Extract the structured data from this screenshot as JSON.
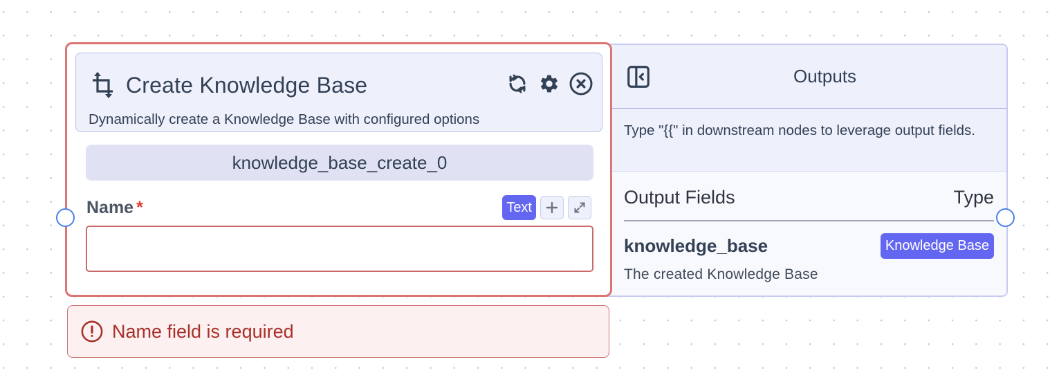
{
  "node": {
    "title": "Create Knowledge Base",
    "description": "Dynamically create a Knowledge Base with configured options",
    "id": "knowledge_base_create_0",
    "icon": "crop-icon",
    "actions": [
      {
        "name": "refresh-icon",
        "label": "Refresh"
      },
      {
        "name": "gear-icon",
        "label": "Settings"
      },
      {
        "name": "close-circle-icon",
        "label": "Remove"
      }
    ],
    "fields": [
      {
        "label": "Name",
        "required_marker": "*",
        "type_pill": "Text",
        "add_icon": "plus-icon",
        "expand_icon": "expand-icon",
        "value": "",
        "placeholder": ""
      }
    ]
  },
  "error": {
    "icon": "alert-circle-icon",
    "message": "Name field is required"
  },
  "outputs": {
    "toggle_icon": "panel-collapse-icon",
    "title": "Outputs",
    "hint": "Type \"{{\" in downstream nodes to leverage output fields.",
    "columns": [
      "Output Fields",
      "Type"
    ],
    "rows": [
      {
        "name": "knowledge_base",
        "type": "Knowledge Base",
        "description": "The created Knowledge Base"
      }
    ]
  },
  "colors": {
    "error_border": "#dc7474",
    "accent": "#6366f1",
    "handle": "#4a80e8",
    "header_bg": "#eef0fc",
    "error_text": "#a8302a"
  }
}
